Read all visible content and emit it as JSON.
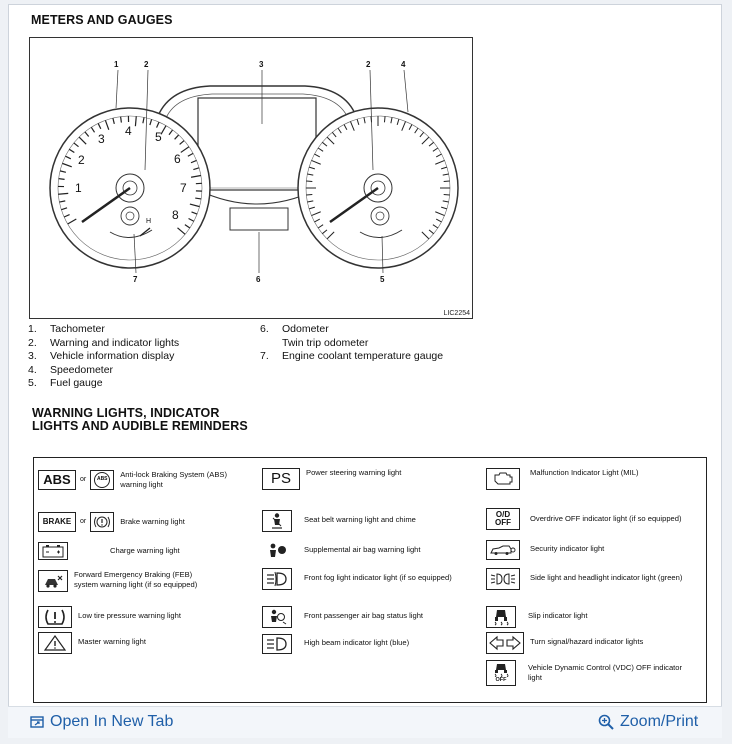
{
  "sections": {
    "meters_title": "METERS AND GAUGES",
    "warning_title_line1": "WARNING LIGHTS, INDICATOR",
    "warning_title_line2": "LIGHTS AND AUDIBLE REMINDERS"
  },
  "figure": {
    "id": "LIC2254",
    "callouts": [
      "1",
      "2",
      "3",
      "2",
      "4",
      "7",
      "6",
      "5"
    ],
    "tach_numbers": [
      "1",
      "2",
      "3",
      "4",
      "5",
      "6",
      "7",
      "8"
    ],
    "temp_mark": "H"
  },
  "legend": {
    "left": [
      {
        "num": "1.",
        "text": "Tachometer"
      },
      {
        "num": "2.",
        "text": "Warning and indicator lights"
      },
      {
        "num": "3.",
        "text": "Vehicle information display"
      },
      {
        "num": "4.",
        "text": "Speedometer"
      },
      {
        "num": "5.",
        "text": "Fuel gauge"
      }
    ],
    "right": [
      {
        "num": "6.",
        "text": "Odometer"
      },
      {
        "num": "",
        "text": "Twin trip odometer"
      },
      {
        "num": "7.",
        "text": "Engine coolant temperature gauge"
      }
    ]
  },
  "warning_lights": {
    "or_label": "or",
    "icons": {
      "abs_word": "ABS",
      "abs_circle": "ABS",
      "brake_word": "BRAKE",
      "ps_word": "PS",
      "od_line1": "O/D",
      "od_line2": "OFF",
      "vdc_off": "OFF"
    },
    "items": {
      "abs": "Anti-lock Braking System (ABS) warning light",
      "brake": "Brake warning light",
      "charge": "Charge warning light",
      "feb": "Forward Emergency Braking (FEB) system warning light (if so equipped)",
      "tire": "Low tire pressure warning light",
      "master": "Master warning light",
      "ps": "Power steering warning light",
      "seatbelt": "Seat belt warning light and chime",
      "airbag": "Supplemental air bag warning light",
      "fog": "Front fog light indicator light (if so equipped)",
      "passenger_airbag": "Front passenger air bag status light",
      "highbeam": "High beam indicator light (blue)",
      "mil": "Malfunction Indicator Light (MIL)",
      "od": "Overdrive OFF indicator light (if so equipped)",
      "security": "Security indicator light",
      "sidelight": "Side light and headlight indicator light (green)",
      "slip": "Slip indicator light",
      "turn": "Turn signal/hazard indicator lights",
      "vdc": "Vehicle Dynamic Control (VDC) OFF indicator light"
    }
  },
  "footer": {
    "open_tab": "Open In New Tab",
    "zoom": "Zoom/Print"
  }
}
